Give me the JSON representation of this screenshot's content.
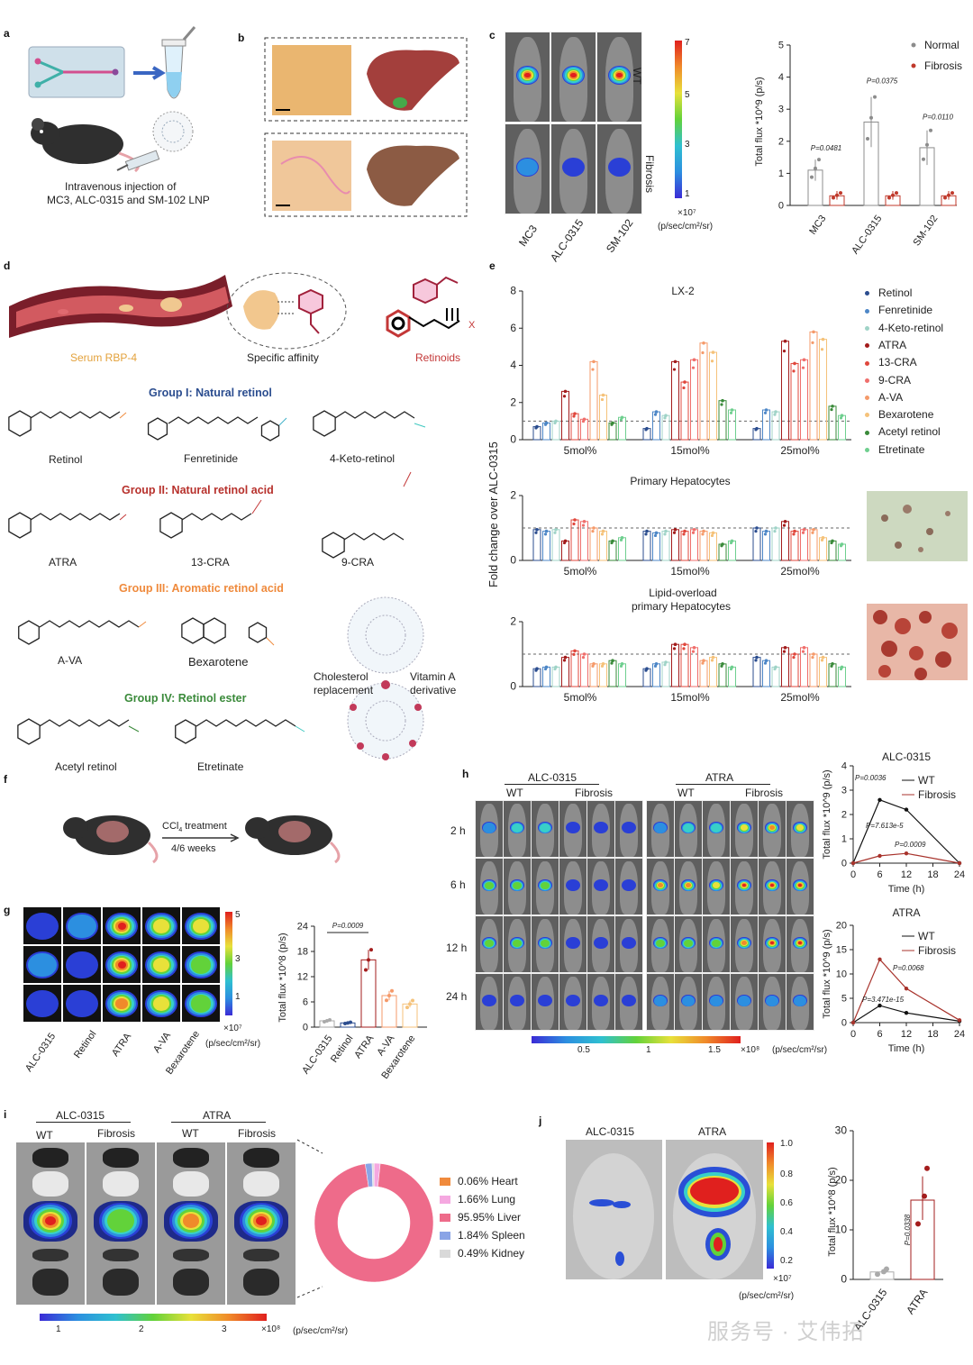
{
  "panels": {
    "a": {
      "label": "a",
      "caption_line1": "Intravenous injection of",
      "caption_line2": "MC3, ALC-0315 and SM-102 LNP"
    },
    "b": {
      "label": "b"
    },
    "c": {
      "label": "c",
      "rows": [
        "WT",
        "Fibrosis"
      ],
      "cols": [
        "MC3",
        "ALC-0315",
        "SM-102"
      ],
      "scale_ticks": [
        "7",
        "5",
        "3",
        "1"
      ],
      "scale_unit1": "×10⁷",
      "scale_unit2": "(p/sec/cm²/sr)"
    },
    "d": {
      "label": "d",
      "serum": "Serum RBP-4",
      "affinity": "Specific affinity",
      "retinoids": "Retinoids",
      "group1": "Group I: Natural retinol",
      "group2": "Group II: Natural retinol acid",
      "group3": "Group III: Aromatic retinol acid",
      "group4": "Group IV: Retinol ester",
      "mol": [
        "Retinol",
        "Fenretinide",
        "4-Keto-retinol",
        "ATRA",
        "13-CRA",
        "9-CRA",
        "A-VA",
        "Bexarotene",
        "Acetyl retinol",
        "Etretinate"
      ],
      "cholesterol": "Cholesterol",
      "replacement": "replacement",
      "vitA": "Vitamin A",
      "derivative": "derivative"
    },
    "e": {
      "label": "e",
      "ylabel": "Fold change over ALC-0315",
      "title1": "LX-2",
      "title2": "Primary Hepatocytes",
      "title3a": "Lipid-overload",
      "title3b": "primary Hepatocytes",
      "groups": [
        "5mol%",
        "15mol%",
        "25mol%"
      ]
    },
    "f": {
      "label": "f",
      "treat1": "CCl",
      "treat_sub": "4",
      "treat2": " treatment",
      "weeks": "4/6 weeks"
    },
    "g": {
      "label": "g",
      "cols": [
        "ALC-0315",
        "Retinol",
        "ATRA",
        "A-VA",
        "Bexarotene"
      ],
      "scale_ticks": [
        "5",
        "3",
        "1"
      ],
      "scale_unit1": "×10⁷",
      "scale_unit2": "(p/sec/cm²/sr)",
      "ylabel": "Total flux *10^8 (p/s)",
      "pval": "P=0.0009"
    },
    "h": {
      "label": "h",
      "grp1": "ALC-0315",
      "grp2": "ATRA",
      "sub": [
        "WT",
        "Fibrosis",
        "WT",
        "Fibrosis"
      ],
      "times": [
        "2 h",
        "6 h",
        "12 h",
        "24 h"
      ],
      "scale_ticks": [
        "0.5",
        "1",
        "1.5"
      ],
      "scale_unit1": "×10⁸",
      "scale_unit2": "(p/sec/cm²/sr)",
      "plot1_title": "ALC-0315",
      "plot2_title": "ATRA",
      "ylabel": "Total flux *10^9 (p/s)",
      "xlabel": "Time (h)",
      "legend": [
        "WT",
        "Fibrosis"
      ],
      "p1": [
        "P=0.0036",
        "P=7.613e-5",
        "P=0.0009"
      ],
      "p2": [
        "P=0.0068",
        "P=3.471e-15"
      ]
    },
    "i": {
      "label": "i",
      "grp1": "ALC-0315",
      "grp2": "ATRA",
      "sub": [
        "WT",
        "Fibrosis",
        "WT",
        "Fibrosis"
      ],
      "scale_ticks": [
        "1",
        "2",
        "3"
      ],
      "scale_unit1": "×10⁸",
      "scale_unit2": "(p/sec/cm²/sr)",
      "organs": [
        "0.06% Heart",
        "1.66% Lung",
        "95.95% Liver",
        "1.84% Spleen",
        "0.49% Kidney"
      ]
    },
    "j": {
      "label": "j",
      "cols": [
        "ALC-0315",
        "ATRA"
      ],
      "scale_ticks": [
        "1.0",
        "0.8",
        "0.6",
        "0.4",
        "0.2"
      ],
      "scale_unit1": "×10⁷",
      "scale_unit2": "(p/sec/cm²/sr)",
      "ylabel": "Total flux *10^8 (p/s)",
      "pval": "P=0.0338"
    }
  },
  "watermark": "服务号 · 艾伟拓",
  "chart_data": [
    {
      "id": "c",
      "type": "bar",
      "categories": [
        "MC3",
        "ALC-0315",
        "SM-102"
      ],
      "series": [
        {
          "name": "Normal",
          "values": [
            1.1,
            2.6,
            1.8
          ]
        },
        {
          "name": "Fibrosis",
          "values": [
            0.3,
            0.3,
            0.3
          ]
        }
      ],
      "ylabel": "Total flux *10^9 (p/s)",
      "ylim": [
        0,
        5
      ],
      "yticks": [
        0,
        1,
        2,
        3,
        4,
        5
      ],
      "annotations": [
        "P=0.0481",
        "P=0.0375",
        "P=0.0110"
      ],
      "legend": "top-right",
      "colors": {
        "Normal": "#8c8c8c",
        "Fibrosis": "#c0392b"
      }
    },
    {
      "id": "e1",
      "type": "bar",
      "title": "LX-2",
      "ylim": [
        0,
        8
      ],
      "yticks": [
        0,
        2,
        4,
        6,
        8
      ],
      "categories": [
        "5mol%",
        "15mol%",
        "25mol%"
      ],
      "series": [
        {
          "name": "Retinol",
          "values": [
            0.7,
            0.6,
            0.6
          ]
        },
        {
          "name": "Fenretinide",
          "values": [
            0.9,
            1.5,
            1.6
          ]
        },
        {
          "name": "4-Keto-retinol",
          "values": [
            1.0,
            1.3,
            1.5
          ]
        },
        {
          "name": "ATRA",
          "values": [
            2.6,
            4.2,
            5.3
          ]
        },
        {
          "name": "13-CRA",
          "values": [
            1.4,
            3.1,
            4.1
          ]
        },
        {
          "name": "9-CRA",
          "values": [
            1.1,
            4.3,
            4.3
          ]
        },
        {
          "name": "A-VA",
          "values": [
            4.2,
            5.2,
            5.8
          ]
        },
        {
          "name": "Bexarotene",
          "values": [
            2.4,
            4.7,
            5.4
          ]
        },
        {
          "name": "Acetyl retinol",
          "values": [
            0.9,
            2.1,
            1.8
          ]
        },
        {
          "name": "Etretinate",
          "values": [
            1.2,
            1.6,
            1.3
          ]
        }
      ],
      "reference_line": 1
    },
    {
      "id": "e2",
      "type": "bar",
      "title": "Primary Hepatocytes",
      "ylim": [
        0,
        2
      ],
      "yticks": [
        0,
        2
      ],
      "categories": [
        "5mol%",
        "15mol%",
        "25mol%"
      ],
      "series": [
        {
          "name": "Retinol",
          "values": [
            0.95,
            0.9,
            1.0
          ]
        },
        {
          "name": "Fenretinide",
          "values": [
            0.9,
            0.85,
            0.9
          ]
        },
        {
          "name": "4-Keto-retinol",
          "values": [
            0.95,
            0.9,
            1.0
          ]
        },
        {
          "name": "ATRA",
          "values": [
            0.6,
            0.95,
            1.2
          ]
        },
        {
          "name": "13-CRA",
          "values": [
            1.25,
            0.9,
            0.9
          ]
        },
        {
          "name": "9-CRA",
          "values": [
            1.2,
            0.95,
            0.95
          ]
        },
        {
          "name": "A-VA",
          "values": [
            1.0,
            0.9,
            0.95
          ]
        },
        {
          "name": "Bexarotene",
          "values": [
            0.9,
            0.85,
            0.7
          ]
        },
        {
          "name": "Acetyl retinol",
          "values": [
            0.6,
            0.5,
            0.6
          ]
        },
        {
          "name": "Etretinate",
          "values": [
            0.7,
            0.6,
            0.5
          ]
        }
      ],
      "reference_line": 1
    },
    {
      "id": "e3",
      "type": "bar",
      "title": "Lipid-overload primary Hepatocytes",
      "ylim": [
        0,
        2
      ],
      "yticks": [
        0,
        2
      ],
      "categories": [
        "5mol%",
        "15mol%",
        "25mol%"
      ],
      "series": [
        {
          "name": "Retinol",
          "values": [
            0.55,
            0.55,
            0.9
          ]
        },
        {
          "name": "Fenretinide",
          "values": [
            0.6,
            0.7,
            0.8
          ]
        },
        {
          "name": "4-Keto-retinol",
          "values": [
            0.6,
            0.75,
            0.6
          ]
        },
        {
          "name": "ATRA",
          "values": [
            0.9,
            1.3,
            1.2
          ]
        },
        {
          "name": "13-CRA",
          "values": [
            1.1,
            1.3,
            1.0
          ]
        },
        {
          "name": "9-CRA",
          "values": [
            1.0,
            1.2,
            1.2
          ]
        },
        {
          "name": "A-VA",
          "values": [
            0.7,
            0.8,
            1.0
          ]
        },
        {
          "name": "Bexarotene",
          "values": [
            0.7,
            0.9,
            0.9
          ]
        },
        {
          "name": "Acetyl retinol",
          "values": [
            0.8,
            0.7,
            0.7
          ]
        },
        {
          "name": "Etretinate",
          "values": [
            0.7,
            0.6,
            0.6
          ]
        }
      ],
      "reference_line": 1
    },
    {
      "id": "g",
      "type": "bar",
      "categories": [
        "ALC-0315",
        "Retinol",
        "ATRA",
        "A-VA",
        "Bexarotene"
      ],
      "values": [
        1.5,
        1.0,
        16,
        7.5,
        5.5
      ],
      "ylabel": "Total flux *10^8 (p/s)",
      "ylim": [
        0,
        24
      ],
      "yticks": [
        0,
        6,
        12,
        18,
        24
      ]
    },
    {
      "id": "h1",
      "type": "line",
      "title": "ALC-0315",
      "x": [
        0,
        6,
        12,
        24
      ],
      "series": [
        {
          "name": "WT",
          "values": [
            0,
            2.6,
            2.2,
            0
          ]
        },
        {
          "name": "Fibrosis",
          "values": [
            0,
            0.3,
            0.4,
            0
          ]
        }
      ],
      "xlabel": "Time (h)",
      "ylabel": "Total flux *10^9 (p/s)",
      "ylim": [
        0,
        4
      ],
      "xlim": [
        0,
        24
      ],
      "yticks": [
        0,
        1,
        2,
        3,
        4
      ],
      "xticks": [
        0,
        6,
        12,
        18,
        24
      ]
    },
    {
      "id": "h2",
      "type": "line",
      "title": "ATRA",
      "x": [
        0,
        6,
        12,
        24
      ],
      "series": [
        {
          "name": "WT",
          "values": [
            0,
            3.5,
            2.0,
            0.3
          ]
        },
        {
          "name": "Fibrosis",
          "values": [
            0,
            13,
            7,
            0.5
          ]
        }
      ],
      "xlabel": "Time (h)",
      "ylabel": "Total flux *10^9 (p/s)",
      "ylim": [
        0,
        20
      ],
      "xlim": [
        0,
        24
      ],
      "yticks": [
        0,
        5,
        10,
        15,
        20
      ],
      "xticks": [
        0,
        6,
        12,
        18,
        24
      ]
    },
    {
      "id": "i",
      "type": "pie",
      "categories": [
        "Heart",
        "Lung",
        "Liver",
        "Spleen",
        "Kidney"
      ],
      "values": [
        0.06,
        1.66,
        95.95,
        1.84,
        0.49
      ],
      "colors": [
        "#f08a3c",
        "#f5a8e0",
        "#ee6b8a",
        "#8aa4e6",
        "#d9d9d9"
      ]
    },
    {
      "id": "j",
      "type": "bar",
      "categories": [
        "ALC-0315",
        "ATRA"
      ],
      "values": [
        1.5,
        16
      ],
      "ylabel": "Total flux *10^8 (p/s)",
      "ylim": [
        0,
        30
      ],
      "yticks": [
        0,
        10,
        20,
        30
      ]
    }
  ],
  "series_colors": [
    "#2b4d8f",
    "#4d87c7",
    "#9fd3c7",
    "#a31c1c",
    "#e0473c",
    "#ef6f6c",
    "#f59a6a",
    "#f5c27a",
    "#3a8a3a",
    "#6fcf8f"
  ]
}
